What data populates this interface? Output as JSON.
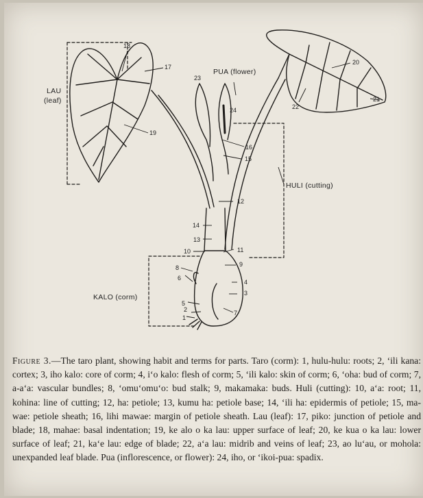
{
  "figure": {
    "labels": {
      "lau": "LAU\n(leaf)",
      "pua": "PUA (flower)",
      "huli": "HULI (cutting)",
      "kalo": "KALO (corm)"
    },
    "numbers": [
      "1",
      "2",
      "3",
      "4",
      "5",
      "6",
      "7",
      "8",
      "9",
      "10",
      "11",
      "12",
      "13",
      "14",
      "15",
      "16",
      "17",
      "18",
      "19",
      "20",
      "21",
      "22",
      "23",
      "24"
    ]
  },
  "caption": {
    "figure_label": "Figure 3.",
    "text": "—The taro plant, showing habit and terms for parts. Taro (corm): 1, hulu-hulu: roots; 2, ‘ili kana: cortex; 3, iho kalo: core of corm; 4, i‘o kalo: flesh of corm; 5, ‘ili kalo: skin of corm; 6, ‘oha: bud of corm; 7, a-a‘a: vascular bundles; 8, ‘omu‘omu‘o: bud stalk; 9, makamaka: buds. Huli (cutting): 10, a‘a: root; 11, kohina: line of cutting; 12, ha: petiole; 13, kumu ha: petiole base; 14, ‘ili ha: epidermis of petiole; 15, ma-wae: petiole sheath; 16, lihi mawae: margin of petiole sheath. Lau (leaf): 17, piko: junction of petiole and blade; 18, mahae: basal indentation; 19, ke alo o ka lau: upper surface of leaf; 20, ke kua o ka lau: lower surface of leaf; 21, ka‘e lau: edge of blade; 22, a‘a lau: midrib and veins of leaf; 23, ao lu‘au, or mohola: unexpanded leaf blade. Pua (inflorescence, or flower): 24, iho, or ‘ikoi-pua: spadix."
  }
}
